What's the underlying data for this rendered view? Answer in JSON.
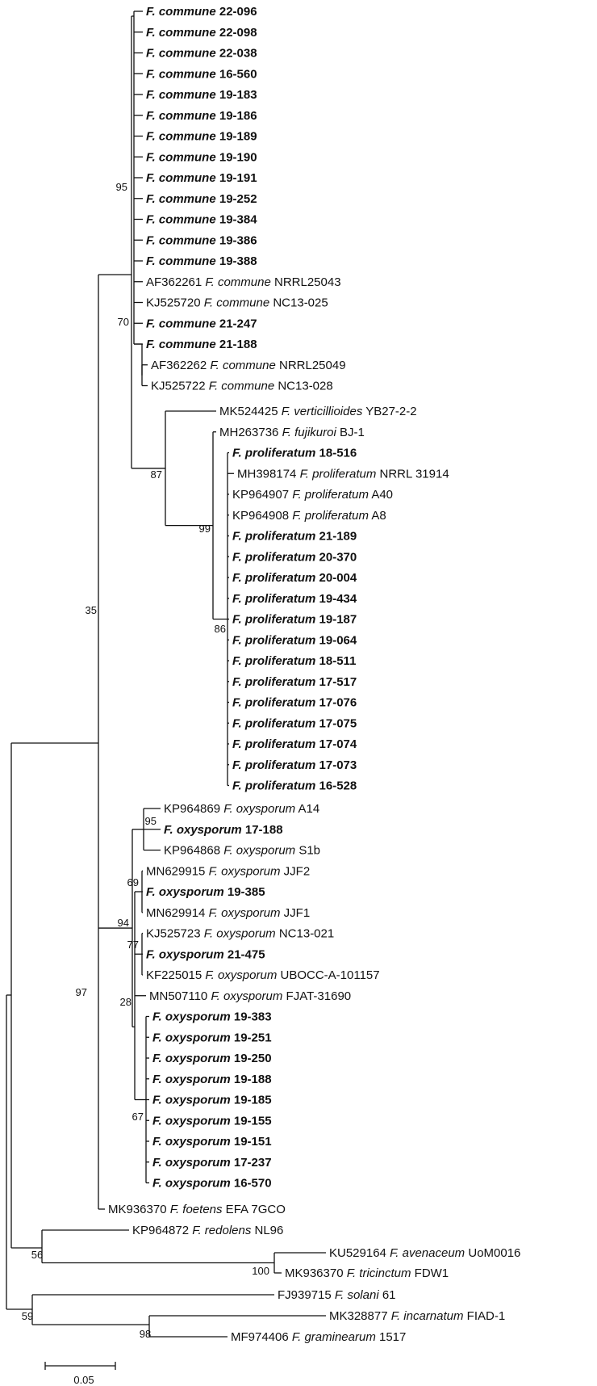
{
  "tree": {
    "leaves": [
      {
        "t": [
          {
            "s": "F. commune",
            "i": true
          },
          {
            "s": " 22-096"
          }
        ],
        "bold": true
      },
      {
        "t": [
          {
            "s": "F. commune",
            "i": true
          },
          {
            "s": " 22-098"
          }
        ],
        "bold": true
      },
      {
        "t": [
          {
            "s": "F. commune",
            "i": true
          },
          {
            "s": " 22-038"
          }
        ],
        "bold": true
      },
      {
        "t": [
          {
            "s": "F. commune",
            "i": true
          },
          {
            "s": " 16-560"
          }
        ],
        "bold": true
      },
      {
        "t": [
          {
            "s": "F. commune",
            "i": true
          },
          {
            "s": " 19-183"
          }
        ],
        "bold": true
      },
      {
        "t": [
          {
            "s": "F. commune",
            "i": true
          },
          {
            "s": " 19-186"
          }
        ],
        "bold": true
      },
      {
        "t": [
          {
            "s": "F. commune",
            "i": true
          },
          {
            "s": " 19-189"
          }
        ],
        "bold": true
      },
      {
        "t": [
          {
            "s": "F. commune",
            "i": true
          },
          {
            "s": " 19-190"
          }
        ],
        "bold": true
      },
      {
        "t": [
          {
            "s": "F. commune",
            "i": true
          },
          {
            "s": " 19-191"
          }
        ],
        "bold": true
      },
      {
        "t": [
          {
            "s": "F. commune",
            "i": true
          },
          {
            "s": " 19-252"
          }
        ],
        "bold": true
      },
      {
        "t": [
          {
            "s": "F. commune",
            "i": true
          },
          {
            "s": " 19-384"
          }
        ],
        "bold": true
      },
      {
        "t": [
          {
            "s": "F. commune",
            "i": true
          },
          {
            "s": " 19-386"
          }
        ],
        "bold": true
      },
      {
        "t": [
          {
            "s": "F. commune",
            "i": true
          },
          {
            "s": " 19-388"
          }
        ],
        "bold": true
      },
      {
        "t": [
          {
            "s": "AF362261 "
          },
          {
            "s": "F. commune",
            "i": true
          },
          {
            "s": " NRRL25043"
          }
        ],
        "bold": false
      },
      {
        "t": [
          {
            "s": "KJ525720 "
          },
          {
            "s": "F. commune",
            "i": true
          },
          {
            "s": " NC13-025"
          }
        ],
        "bold": false
      },
      {
        "t": [
          {
            "s": "F. commune",
            "i": true
          },
          {
            "s": " 21-247"
          }
        ],
        "bold": true
      },
      {
        "t": [
          {
            "s": "F. commune",
            "i": true
          },
          {
            "s": " 21-188"
          }
        ],
        "bold": true
      },
      {
        "t": [
          {
            "s": "AF362262 "
          },
          {
            "s": "F. commune",
            "i": true
          },
          {
            "s": " NRRL25049"
          }
        ],
        "bold": false
      },
      {
        "t": [
          {
            "s": "KJ525722 "
          },
          {
            "s": "F. commune",
            "i": true
          },
          {
            "s": " NC13-028"
          }
        ],
        "bold": false
      },
      {
        "t": [
          {
            "s": "MK524425 "
          },
          {
            "s": "F. verticillioides",
            "i": true
          },
          {
            "s": " YB27-2-2"
          }
        ],
        "bold": false
      },
      {
        "t": [
          {
            "s": "MH263736 "
          },
          {
            "s": "F. fujikuroi",
            "i": true
          },
          {
            "s": " BJ-1"
          }
        ],
        "bold": false
      },
      {
        "t": [
          {
            "s": "F. proliferatum",
            "i": true
          },
          {
            "s": " 18-516"
          }
        ],
        "bold": true
      },
      {
        "t": [
          {
            "s": "MH398174 "
          },
          {
            "s": "F. proliferatum",
            "i": true
          },
          {
            "s": " NRRL 31914"
          }
        ],
        "bold": false
      },
      {
        "t": [
          {
            "s": "KP964907 "
          },
          {
            "s": "F. proliferatum",
            "i": true
          },
          {
            "s": " A40"
          }
        ],
        "bold": false
      },
      {
        "t": [
          {
            "s": "KP964908 "
          },
          {
            "s": "F. proliferatum",
            "i": true
          },
          {
            "s": " A8"
          }
        ],
        "bold": false
      },
      {
        "t": [
          {
            "s": "F. proliferatum",
            "i": true
          },
          {
            "s": " 21-189"
          }
        ],
        "bold": true
      },
      {
        "t": [
          {
            "s": "F. proliferatum",
            "i": true
          },
          {
            "s": " 20-370"
          }
        ],
        "bold": true
      },
      {
        "t": [
          {
            "s": "F. proliferatum",
            "i": true
          },
          {
            "s": " 20-004"
          }
        ],
        "bold": true
      },
      {
        "t": [
          {
            "s": "F. proliferatum",
            "i": true
          },
          {
            "s": " 19-434"
          }
        ],
        "bold": true
      },
      {
        "t": [
          {
            "s": "F. proliferatum",
            "i": true
          },
          {
            "s": " 19-187"
          }
        ],
        "bold": true
      },
      {
        "t": [
          {
            "s": "F. proliferatum",
            "i": true
          },
          {
            "s": " 19-064"
          }
        ],
        "bold": true
      },
      {
        "t": [
          {
            "s": "F. proliferatum",
            "i": true
          },
          {
            "s": " 18-511"
          }
        ],
        "bold": true
      },
      {
        "t": [
          {
            "s": "F. proliferatum",
            "i": true
          },
          {
            "s": " 17-517"
          }
        ],
        "bold": true
      },
      {
        "t": [
          {
            "s": "F. proliferatum",
            "i": true
          },
          {
            "s": " 17-076"
          }
        ],
        "bold": true
      },
      {
        "t": [
          {
            "s": "F. proliferatum",
            "i": true
          },
          {
            "s": " 17-075"
          }
        ],
        "bold": true
      },
      {
        "t": [
          {
            "s": "F. proliferatum",
            "i": true
          },
          {
            "s": " 17-074"
          }
        ],
        "bold": true
      },
      {
        "t": [
          {
            "s": "F. proliferatum",
            "i": true
          },
          {
            "s": " 17-073"
          }
        ],
        "bold": true
      },
      {
        "t": [
          {
            "s": "F. proliferatum",
            "i": true
          },
          {
            "s": " 16-528"
          }
        ],
        "bold": true
      },
      {
        "t": [
          {
            "s": "KP964869 "
          },
          {
            "s": "F. oxysporum",
            "i": true
          },
          {
            "s": " A14"
          }
        ],
        "bold": false
      },
      {
        "t": [
          {
            "s": "F. oxysporum",
            "i": true
          },
          {
            "s": " 17-188"
          }
        ],
        "bold": true
      },
      {
        "t": [
          {
            "s": "KP964868 "
          },
          {
            "s": "F. oxysporum",
            "i": true
          },
          {
            "s": " S1b"
          }
        ],
        "bold": false
      },
      {
        "t": [
          {
            "s": "MN629915 "
          },
          {
            "s": "F. oxysporum",
            "i": true
          },
          {
            "s": " JJF2"
          }
        ],
        "bold": false
      },
      {
        "t": [
          {
            "s": "F. oxysporum",
            "i": true
          },
          {
            "s": " 19-385"
          }
        ],
        "bold": true
      },
      {
        "t": [
          {
            "s": "MN629914 "
          },
          {
            "s": "F. oxysporum",
            "i": true
          },
          {
            "s": " JJF1"
          }
        ],
        "bold": false
      },
      {
        "t": [
          {
            "s": "KJ525723 "
          },
          {
            "s": "F. oxysporum",
            "i": true
          },
          {
            "s": " NC13-021"
          }
        ],
        "bold": false
      },
      {
        "t": [
          {
            "s": "F. oxysporum",
            "i": true
          },
          {
            "s": " 21-475"
          }
        ],
        "bold": true
      },
      {
        "t": [
          {
            "s": "KF225015 "
          },
          {
            "s": "F. oxysporum",
            "i": true
          },
          {
            "s": " UBOCC-A-101157"
          }
        ],
        "bold": false
      },
      {
        "t": [
          {
            "s": "MN507110 "
          },
          {
            "s": "F. oxysporum",
            "i": true
          },
          {
            "s": " FJAT-31690"
          }
        ],
        "bold": false
      },
      {
        "t": [
          {
            "s": "F. oxysporum",
            "i": true
          },
          {
            "s": " 19-383"
          }
        ],
        "bold": true
      },
      {
        "t": [
          {
            "s": "F. oxysporum",
            "i": true
          },
          {
            "s": " 19-251"
          }
        ],
        "bold": true
      },
      {
        "t": [
          {
            "s": "F. oxysporum",
            "i": true
          },
          {
            "s": " 19-250"
          }
        ],
        "bold": true
      },
      {
        "t": [
          {
            "s": "F. oxysporum",
            "i": true
          },
          {
            "s": " 19-188"
          }
        ],
        "bold": true
      },
      {
        "t": [
          {
            "s": "F. oxysporum",
            "i": true
          },
          {
            "s": " 19-185"
          }
        ],
        "bold": true
      },
      {
        "t": [
          {
            "s": "F. oxysporum",
            "i": true
          },
          {
            "s": " 19-155"
          }
        ],
        "bold": true
      },
      {
        "t": [
          {
            "s": "F. oxysporum",
            "i": true
          },
          {
            "s": " 19-151"
          }
        ],
        "bold": true
      },
      {
        "t": [
          {
            "s": "F. oxysporum",
            "i": true
          },
          {
            "s": " 17-237"
          }
        ],
        "bold": true
      },
      {
        "t": [
          {
            "s": "F. oxysporum",
            "i": true
          },
          {
            "s": " 16-570"
          }
        ],
        "bold": true
      },
      {
        "t": [
          {
            "s": "MK936370 "
          },
          {
            "s": "F. foetens",
            "i": true
          },
          {
            "s": " EFA 7GCO"
          }
        ],
        "bold": false
      },
      {
        "t": [
          {
            "s": "KP964872 "
          },
          {
            "s": "F. redolens",
            "i": true
          },
          {
            "s": " NL96"
          }
        ],
        "bold": false
      },
      {
        "t": [
          {
            "s": "KU529164 "
          },
          {
            "s": "F. avenaceum",
            "i": true
          },
          {
            "s": " UoM0016"
          }
        ],
        "bold": false
      },
      {
        "t": [
          {
            "s": "MK936370 "
          },
          {
            "s": "F. tricinctum",
            "i": true
          },
          {
            "s": " FDW1"
          }
        ],
        "bold": false
      },
      {
        "t": [
          {
            "s": "FJ939715 "
          },
          {
            "s": "F. solani",
            "i": true
          },
          {
            "s": " 61"
          }
        ],
        "bold": false
      },
      {
        "t": [
          {
            "s": "MK328877 "
          },
          {
            "s": "F. incarnatum",
            "i": true
          },
          {
            "s": " FIAD-1"
          }
        ],
        "bold": false
      },
      {
        "t": [
          {
            "s": "MF974406 "
          },
          {
            "s": "F. graminearum",
            "i": true
          },
          {
            "s": " 1517"
          }
        ],
        "bold": false
      }
    ],
    "bootstrap": [
      "95",
      "70",
      "87",
      "99",
      "86",
      "35",
      "95",
      "69",
      "94",
      "77",
      "28",
      "67",
      "97",
      "56",
      "100",
      "59",
      "98"
    ],
    "scale_label": "0.05"
  }
}
